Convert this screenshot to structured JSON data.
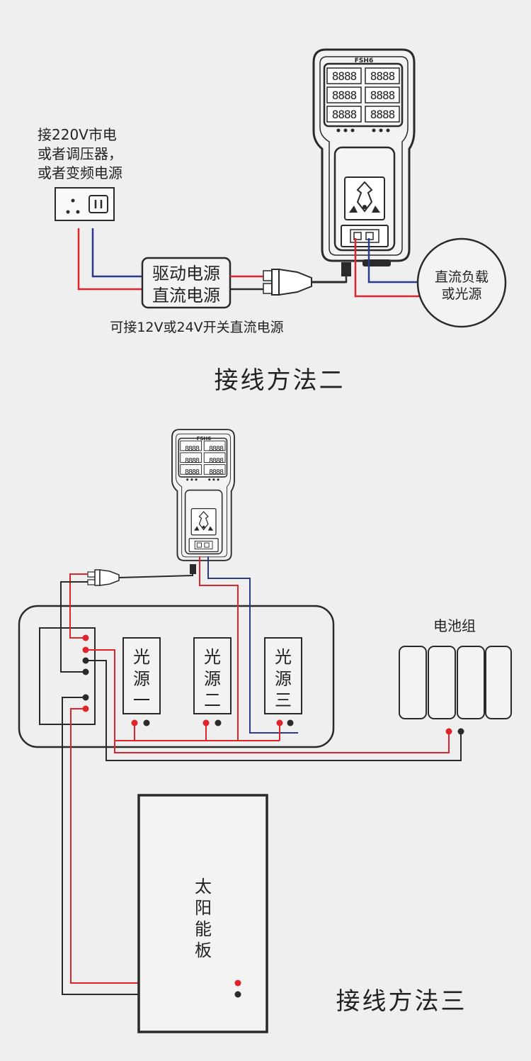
{
  "diagram2": {
    "mains_note": [
      "接220V市电",
      "或者调压器，",
      "或者变频电源"
    ],
    "driver_box": [
      "驱动电源",
      "直流电源"
    ],
    "driver_note": "可接12V或24V开关直流电源",
    "load_circle": [
      "直流负载",
      "或光源"
    ],
    "device_label": "FSH6",
    "title": "接线方法二"
  },
  "diagram3": {
    "device_label": "FSH6",
    "light1": [
      "光",
      "源",
      "一"
    ],
    "light2": [
      "光",
      "源",
      "二"
    ],
    "light3": [
      "光",
      "源",
      "三"
    ],
    "battery_label": "电池组",
    "solar_label": [
      "太",
      "阳",
      "能",
      "板"
    ],
    "title": "接线方法三"
  },
  "display_digits": "8888",
  "colors": {
    "background": "#efefef",
    "line": "#2a2a2a",
    "positive_wire": "#e0242b",
    "negative_wire": "#2a2a2a",
    "blue_wire": "#2c3a8c"
  }
}
